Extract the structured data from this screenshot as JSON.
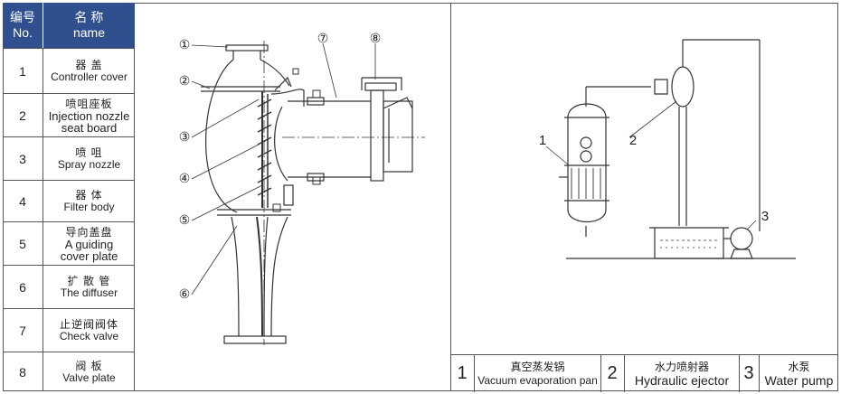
{
  "table": {
    "header": {
      "no_zh": "编号",
      "no_en": "No.",
      "name_zh": "名 称",
      "name_en": "name"
    },
    "rows": [
      {
        "no": "1",
        "zh": "器 盖",
        "en": [
          "Controller cover"
        ]
      },
      {
        "no": "2",
        "zh": "喷咀座板",
        "en": [
          "Injection nozzle",
          "seat board"
        ]
      },
      {
        "no": "3",
        "zh": "喷 咀",
        "en": [
          "Spray nozzle"
        ]
      },
      {
        "no": "4",
        "zh": "器 体",
        "en": [
          "Filter body"
        ]
      },
      {
        "no": "5",
        "zh": "导向盖盘",
        "en": [
          "A guiding",
          "cover plate"
        ]
      },
      {
        "no": "6",
        "zh": "扩 散 管",
        "en": [
          "The diffuser"
        ]
      },
      {
        "no": "7",
        "zh": "止逆阀阀体",
        "en": [
          "Check valve"
        ]
      },
      {
        "no": "8",
        "zh": "阀 板",
        "en": [
          "Valve plate"
        ]
      }
    ]
  },
  "section_callouts": [
    "①",
    "②",
    "③",
    "④",
    "⑤",
    "⑥",
    "⑦",
    "⑧"
  ],
  "system_callouts": [
    "1",
    "2",
    "3"
  ],
  "legend": [
    {
      "no": "1",
      "zh": "真空蒸发锅",
      "en": "Vacuum evaporation pan"
    },
    {
      "no": "2",
      "zh": "水力喷射器",
      "en": "Hydraulic ejector"
    },
    {
      "no": "3",
      "zh": "水泵",
      "en": "Water pump"
    }
  ]
}
